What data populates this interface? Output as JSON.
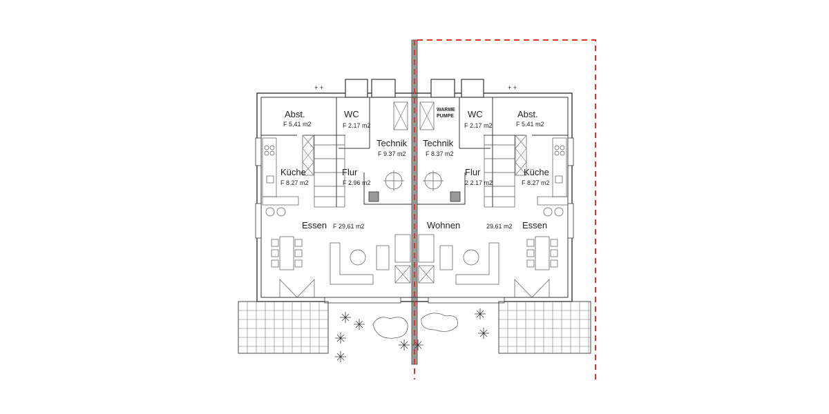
{
  "plan": {
    "left_unit": {
      "rooms": [
        {
          "name": "Abst.",
          "area": "F 5,41 m2"
        },
        {
          "name": "WC",
          "area": "F 2.17 m2"
        },
        {
          "name": "Technik",
          "area": "F 9.37 m2"
        },
        {
          "name": "Küche",
          "area": "F 8.27 m2"
        },
        {
          "name": "Flur",
          "area": "F 2.96 m2"
        },
        {
          "name": "Essen",
          "area": "F 29,61 m2"
        }
      ]
    },
    "right_unit": {
      "rooms": [
        {
          "name": "Abst.",
          "area": "F 5.41 m2"
        },
        {
          "name": "WC",
          "area": "F 2.17 m2"
        },
        {
          "name": "Technik",
          "area": "F 8.37 m2"
        },
        {
          "name": "Küche",
          "area": "F 8.27 m2"
        },
        {
          "name": "Flur",
          "area": "2 2.17 m2"
        },
        {
          "name": "Wohnen",
          "area": "29.61 m2"
        },
        {
          "name": "Essen",
          "area": ""
        }
      ],
      "equipment_label_1": "WARME",
      "equipment_label_2": "PUMPE"
    },
    "colors": {
      "lines": "#333333",
      "boundary": "#d9352a",
      "background": "#ffffff"
    }
  }
}
